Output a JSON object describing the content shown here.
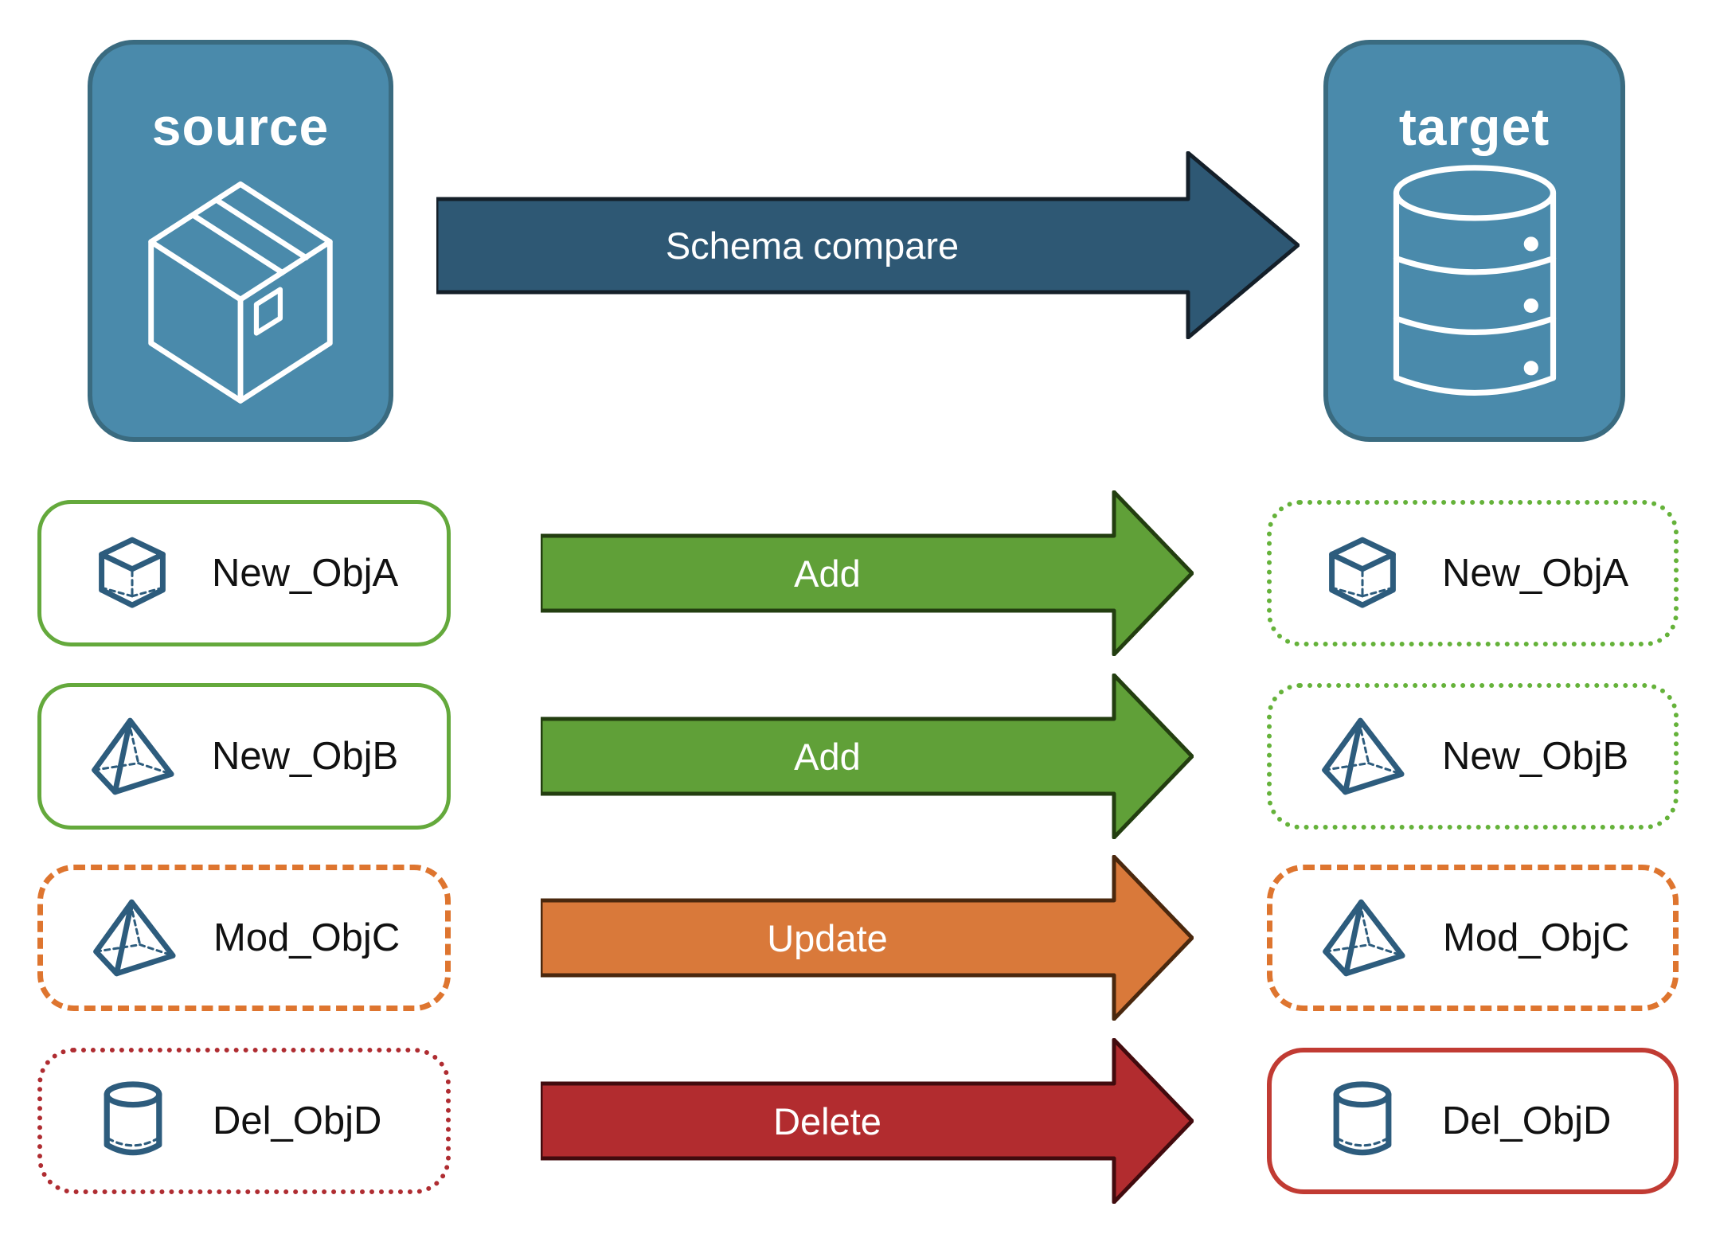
{
  "diagram": {
    "source": {
      "label": "source",
      "icon": "package"
    },
    "target": {
      "label": "target",
      "icon": "database"
    },
    "compare_arrow": {
      "label": "Schema compare"
    },
    "rows": [
      {
        "object": "New_ObjA",
        "action": "Add",
        "icon": "cube",
        "left_border": "solid-green",
        "right_border": "dotted-green"
      },
      {
        "object": "New_ObjB",
        "action": "Add",
        "icon": "pyramid",
        "left_border": "solid-green",
        "right_border": "dotted-green"
      },
      {
        "object": "Mod_ObjC",
        "action": "Update",
        "icon": "pyramid",
        "left_border": "dashed-orange",
        "right_border": "dashed-orange"
      },
      {
        "object": "Del_ObjD",
        "action": "Delete",
        "icon": "cylinder",
        "left_border": "dotted-red",
        "right_border": "solid-red"
      }
    ],
    "colors": {
      "node_fill": "#4A8AAB",
      "node_border": "#3A6B80",
      "compare_arrow_fill": "#2E5874",
      "compare_arrow_outline": "#141F29",
      "add_arrow_fill": "#60A038",
      "add_arrow_outline": "#233E10",
      "update_arrow_fill": "#D9793A",
      "update_arrow_outline": "#4A280E",
      "delete_arrow_fill": "#B22C2F",
      "delete_arrow_outline": "#420B0E",
      "solid_green_border": "#64A93C",
      "dotted_green_border": "#65B23A",
      "dashed_orange_border": "#DE752F",
      "dotted_red_border": "#AF2C31",
      "solid_red_border": "#C13B33",
      "object_icon_ink": "#2D5C7D",
      "label_text": "#111111"
    }
  }
}
